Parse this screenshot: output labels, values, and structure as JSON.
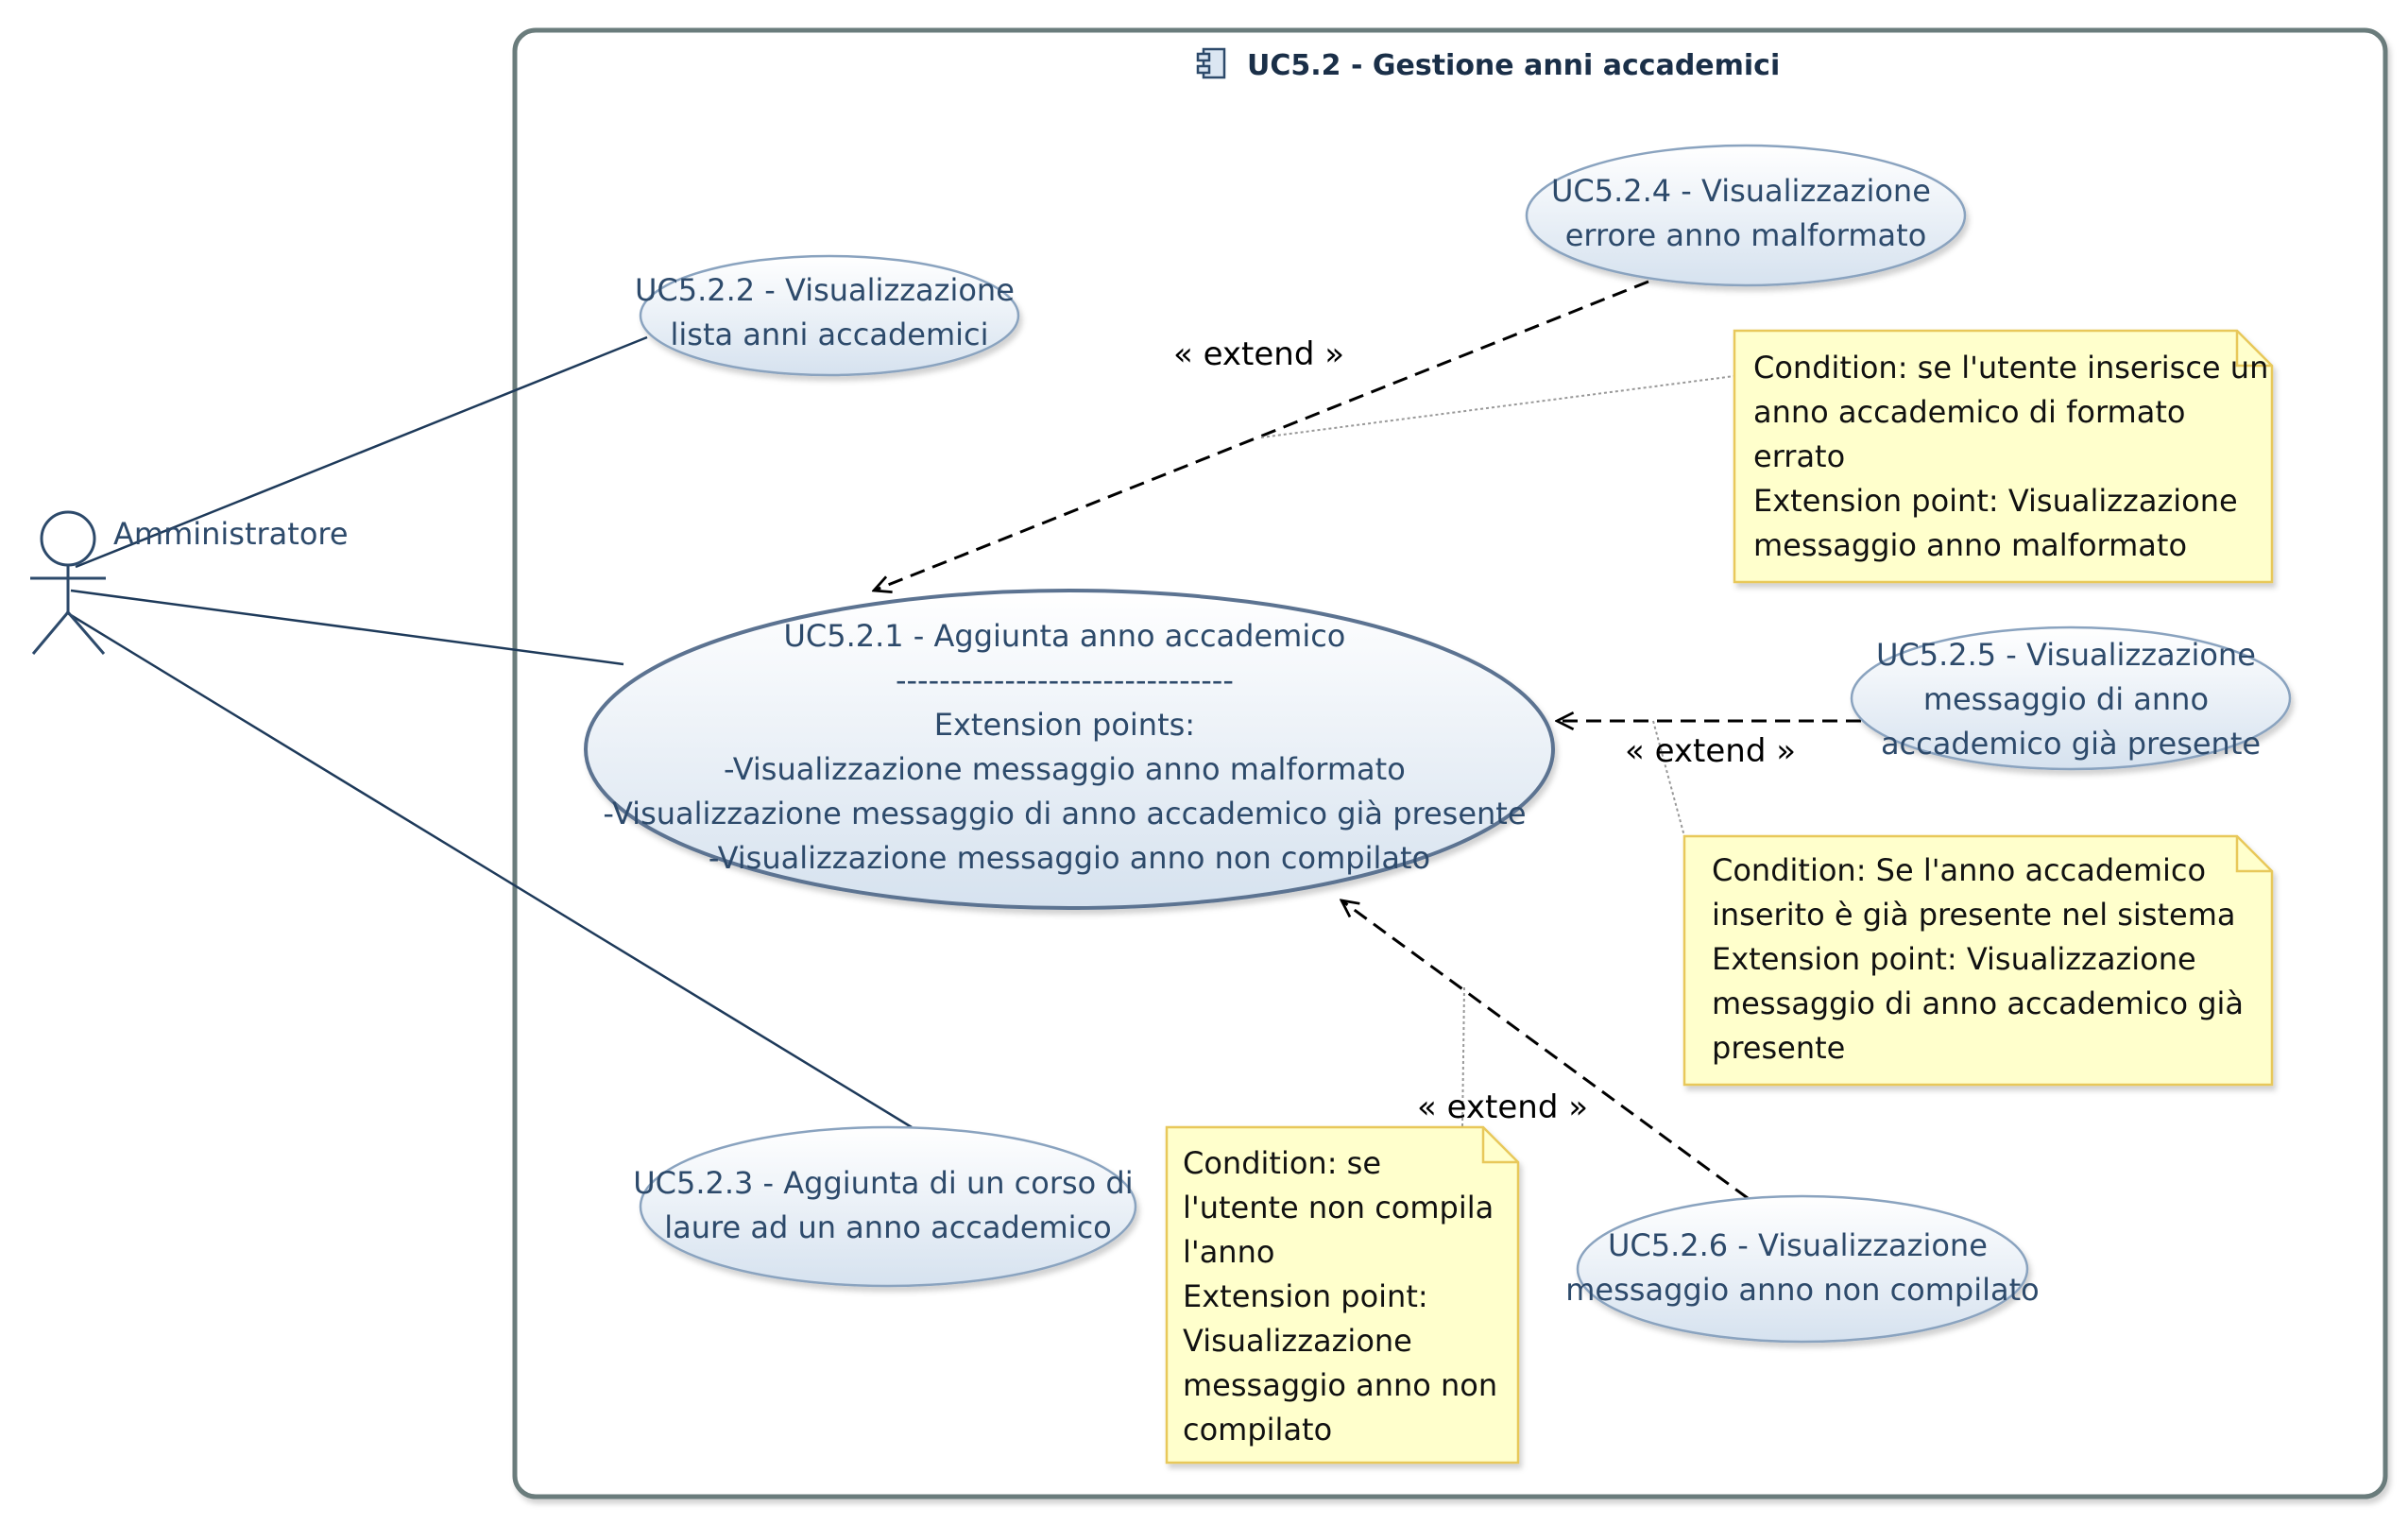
{
  "system": {
    "title": "UC5.2 - Gestione anni accademici",
    "icon": "component-icon"
  },
  "actor": {
    "name": "Amministratore",
    "icon": "stick-figure-icon"
  },
  "use_cases": {
    "uc521": {
      "lines": [
        "UC5.2.1 - Aggiunta anno accademico",
        "-------------------------------",
        "Extension points:",
        "-Visualizzazione messaggio anno malformato",
        "-Visualizzazione messaggio di anno accademico già presente",
        "-Visualizzazione messaggio anno non compilato"
      ]
    },
    "uc522": {
      "lines": [
        "UC5.2.2 - Visualizzazione",
        "lista anni accademici"
      ]
    },
    "uc523": {
      "lines": [
        "UC5.2.3 - Aggiunta di un corso di",
        "laure ad un anno accademico"
      ]
    },
    "uc524": {
      "lines": [
        "UC5.2.4 - Visualizzazione",
        "errore anno malformato"
      ]
    },
    "uc525": {
      "lines": [
        "UC5.2.5 - Visualizzazione",
        "messaggio di anno",
        "accademico già presente"
      ]
    },
    "uc526": {
      "lines": [
        "UC5.2.6 - Visualizzazione",
        "messaggio anno non compilato"
      ]
    }
  },
  "extend_labels": {
    "to_uc524": "« extend »",
    "to_uc525": "« extend »",
    "to_uc526": "« extend »"
  },
  "notes": {
    "note_malformato": {
      "lines": [
        "Condition: se l'utente inserisce un",
        "anno accademico di formato",
        "errato",
        "Extension point: Visualizzazione",
        "messaggio anno malformato"
      ]
    },
    "note_presente": {
      "lines": [
        "Condition: Se l'anno accademico",
        "inserito è già presente nel sistema",
        "Extension point: Visualizzazione",
        "messaggio di anno accademico già",
        "presente"
      ]
    },
    "note_non_compilato": {
      "lines": [
        "Condition: se",
        "l'utente non compila",
        "l'anno",
        "Extension point:",
        "Visualizzazione",
        "messaggio anno non",
        "compilato"
      ]
    }
  },
  "colors": {
    "usecase_fill_top": "#ffffff",
    "usecase_fill_bottom": "#dbe6f2",
    "usecase_stroke": "#8aa3bf",
    "usecase_main_stroke": "#5b7391",
    "system_stroke": "#6b7b7b",
    "note_fill": "#ffffcc",
    "note_stroke": "#e8c85a",
    "association_line": "#1e3a5a",
    "extend_line": "#000000",
    "anchor_line": "#999999"
  }
}
